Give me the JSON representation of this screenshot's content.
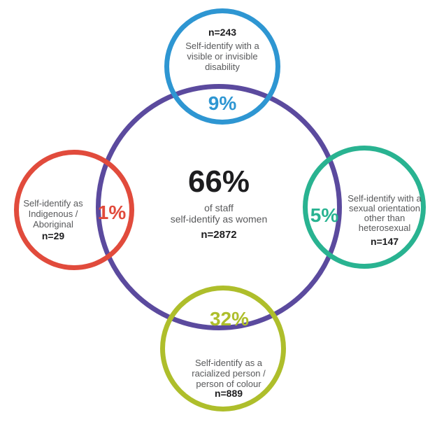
{
  "chart_data": {
    "type": "venn",
    "title": "",
    "center": {
      "percent": 66,
      "label": "of staff self-identify as women",
      "n": 2872,
      "color": "#5b4a9e"
    },
    "groups": [
      {
        "position": "top",
        "percent": 9,
        "n": 243,
        "label": "Self-identify with a visible or invisible disability",
        "color": "#2e96d2"
      },
      {
        "position": "left",
        "percent": 1,
        "n": 29,
        "label": "Self-identify as Indigenous / Aboriginal",
        "color": "#e14b3c"
      },
      {
        "position": "right",
        "percent": 5,
        "n": 147,
        "label": "Self-identify with a sexual orientation other than heterosexual",
        "color": "#29b391"
      },
      {
        "position": "bottom",
        "percent": 32,
        "n": 889,
        "label": "Self-identify as a racialized person / person of colour",
        "color": "#aebe2b"
      }
    ],
    "layout": "central circle overlapped by four satellite circles (top, left, right, bottom); percentage shown in each overlap lens"
  },
  "colors": {
    "main_circle": "#5b4a9e",
    "top_circle": "#2e96d2",
    "left_circle": "#e14b3c",
    "right_circle": "#29b391",
    "bottom_circle": "#aebe2b",
    "label_gray": "#58595b",
    "text_black": "#1d1d1f",
    "background": "#ffffff"
  },
  "center": {
    "percent": "66%",
    "desc_lines": [
      "of staff",
      "self-identify as women"
    ],
    "n": "n=2872"
  },
  "satellites": [
    {
      "id": "disability",
      "percent": "9%",
      "n": "n=243",
      "label_lines": [
        "Self-identify with a",
        "visible or invisible",
        "disability"
      ]
    },
    {
      "id": "indigenous-aboriginal",
      "percent": "1%",
      "n": "n=29",
      "label_lines": [
        "Self-identify as",
        "Indigenous /",
        "Aboriginal"
      ]
    },
    {
      "id": "sexual-orientation",
      "percent": "5%",
      "n": "n=147",
      "label_lines": [
        "Self-identify with a",
        "sexual orientation",
        "other than",
        "heterosexual"
      ]
    },
    {
      "id": "racialized-person",
      "percent": "32%",
      "n": "n=889",
      "label_lines": [
        "Self-identify as a",
        "racialized person /",
        "person of colour"
      ]
    }
  ]
}
